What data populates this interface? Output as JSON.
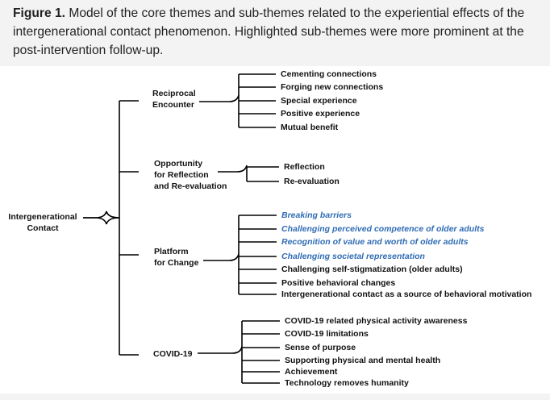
{
  "caption": {
    "figure_label": "Figure 1.",
    "text": " Model of the core themes and sub-themes related to the experiential effects of the intergenerational contact phenomenon. Highlighted sub-themes were more prominent at the post-intervention follow-up."
  },
  "diagram": {
    "root": {
      "line1": "Intergenerational",
      "line2": "Contact"
    },
    "highlight_color": "#2f6cb5",
    "themes": [
      {
        "lines": [
          "Reciprocal",
          "Encounter"
        ],
        "subthemes": [
          {
            "text": "Cementing connections",
            "highlighted": false
          },
          {
            "text": "Forging new connections",
            "highlighted": false
          },
          {
            "text": "Special experience",
            "highlighted": false
          },
          {
            "text": "Positive experience",
            "highlighted": false
          },
          {
            "text": "Mutual benefit",
            "highlighted": false
          }
        ]
      },
      {
        "lines": [
          "Opportunity",
          "for Reflection",
          "and Re-evaluation"
        ],
        "subthemes": [
          {
            "text": "Reflection",
            "highlighted": false
          },
          {
            "text": "Re-evaluation",
            "highlighted": false
          }
        ]
      },
      {
        "lines": [
          "Platform",
          "for Change"
        ],
        "subthemes": [
          {
            "text": "Breaking barriers",
            "highlighted": true
          },
          {
            "text": "Challenging perceived competence of older adults",
            "highlighted": true
          },
          {
            "text": "Recognition of value and worth of older adults",
            "highlighted": true
          },
          {
            "text": "Challenging societal representation",
            "highlighted": true
          },
          {
            "text": "Challenging self-stigmatization (older adults)",
            "highlighted": false
          },
          {
            "text": "Positive behavioral changes",
            "highlighted": false
          },
          {
            "text": "Intergenerational contact as a source of behavioral motivation",
            "highlighted": false
          }
        ]
      },
      {
        "lines": [
          "COVID-19"
        ],
        "subthemes": [
          {
            "text": "COVID-19 related physical activity awareness",
            "highlighted": false
          },
          {
            "text": "COVID-19 limitations",
            "highlighted": false
          },
          {
            "text": "Sense of purpose",
            "highlighted": false
          },
          {
            "text": "Supporting physical and mental health",
            "highlighted": false
          },
          {
            "text": "Achievement",
            "highlighted": false
          },
          {
            "text": "Technology removes humanity",
            "highlighted": false
          }
        ]
      }
    ]
  }
}
